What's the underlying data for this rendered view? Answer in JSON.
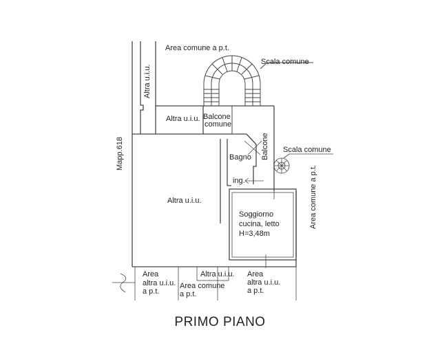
{
  "labels": {
    "area_comune_top": "Area comune a p.t.",
    "scala_comune_top": "Scala comune",
    "altra_uiu_vertical": "Altra u.i.u.",
    "altra_uiu_upper": "Altra u.i.u.",
    "balcone_comune_1": "Balcone",
    "balcone_comune_2": "comune",
    "mapp": "Mapp.618",
    "bagno": "Bagno",
    "balcone": "Balcone",
    "scala_comune_right": "Scala comune",
    "area_comune_right": "Area comune a p.t.",
    "ingresso": "ing.",
    "altra_uiu_main": "Altra u.i.u.",
    "soggiorno_1": "Soggiorno",
    "soggiorno_2": "cucina, letto",
    "soggiorno_3": "H=3,48m",
    "area_altra_left_1": "Area",
    "area_altra_left_2": "altra u.i.u.",
    "area_altra_left_3": "a p.t.",
    "altra_uiu_bottom": "Altra u.i.u.",
    "area_comune_bottom_1": "Area comune",
    "area_comune_bottom_2": "a p.t.",
    "area_altra_right_1": "Area",
    "area_altra_right_2": "altra u.i.u.",
    "area_altra_right_3": "a p.t."
  },
  "title": "PRIMO PIANO"
}
